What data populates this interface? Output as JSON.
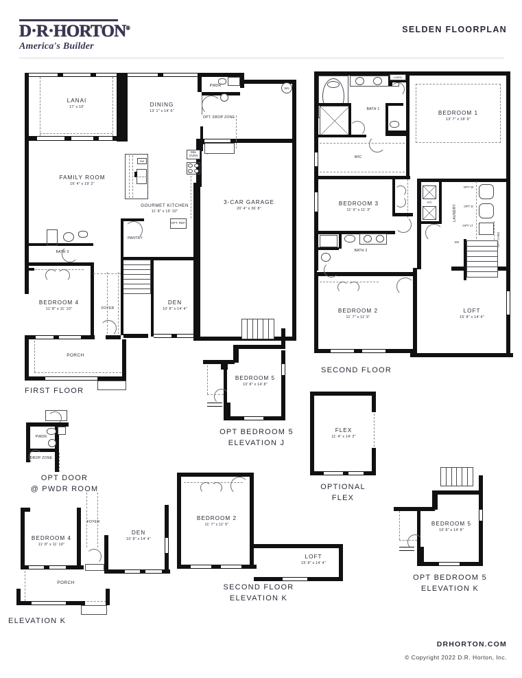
{
  "header": {
    "logo_wordmark": "D·R·HORTON",
    "logo_trademark": "®",
    "logo_tagline": "America's Builder",
    "title": "SELDEN FLOORPLAN"
  },
  "footer": {
    "website": "DRHORTON.COM",
    "copyright": "© Copyright 2022 D.R. Horton, Inc."
  },
  "plans": {
    "first_floor": {
      "title": "FIRST FLOOR",
      "rooms": [
        {
          "name": "LANAI",
          "dim": "17' x 10'"
        },
        {
          "name": "DINING",
          "dim": "13' 1\" x 14' 6\""
        },
        {
          "name": "FAMILY ROOM",
          "dim": "16' 4\" x 19' 2\""
        },
        {
          "name": "GOURMET KITCHEN",
          "dim": "11' 8\" x 15' 10\""
        },
        {
          "name": "3-CAR GARAGE",
          "dim": "20' 4\" x 36' 8\""
        },
        {
          "name": "BEDROOM 4",
          "dim": "11' 8\" x 11' 10\""
        },
        {
          "name": "DEN",
          "dim": "10' 8\" x 14' 4\""
        },
        {
          "name": "BATH 3",
          "dim": ""
        },
        {
          "name": "FOYER",
          "dim": ""
        },
        {
          "name": "PORCH",
          "dim": ""
        },
        {
          "name": "PWDR",
          "dim": ""
        },
        {
          "name": "PANTRY",
          "dim": ""
        }
      ],
      "annotations": [
        "OPT. DROP ZONE",
        "DW",
        "DBL OVEN",
        "OPT. REF.",
        "WH"
      ]
    },
    "second_floor": {
      "title": "SECOND FLOOR",
      "rooms": [
        {
          "name": "BATH 1",
          "dim": ""
        },
        {
          "name": "WIC",
          "dim": ""
        },
        {
          "name": "BEDROOM 1",
          "dim": "13' 7\" x 18' 9\""
        },
        {
          "name": "BEDROOM 3",
          "dim": "11' 9\" x 11' 3\""
        },
        {
          "name": "BEDROOM 2",
          "dim": "11' 7\" x 11' 5\""
        },
        {
          "name": "BATH 2",
          "dim": ""
        },
        {
          "name": "LOFT",
          "dim": "15' 8\" x 14' 4\""
        },
        {
          "name": "LAUNDRY",
          "dim": ""
        }
      ],
      "annotations": [
        "LINEN",
        "A/C",
        "OPT W",
        "OPT D",
        "OPT LT",
        "OPT CABS",
        "DN"
      ]
    },
    "opt_bedroom5_j": {
      "title": "OPT BEDROOM 5\nELEVATION J",
      "title_line1": "OPT BEDROOM 5",
      "title_line2": "ELEVATION J",
      "rooms": [
        {
          "name": "BEDROOM 5",
          "dim": "10' 8\" x 14' 8\""
        }
      ]
    },
    "opt_door_pwdr": {
      "title_line1": "OPT DOOR",
      "title_line2": "@ PWDR ROOM",
      "rooms": [
        {
          "name": "PWDR",
          "dim": ""
        },
        {
          "name": "DROP ZONE",
          "dim": ""
        }
      ]
    },
    "optional_flex": {
      "title_line1": "OPTIONAL",
      "title_line2": "FLEX",
      "rooms": [
        {
          "name": "FLEX",
          "dim": "11' 4\" x 14' 2\""
        }
      ]
    },
    "elevation_k": {
      "title": "ELEVATION K",
      "rooms": [
        {
          "name": "BEDROOM 4",
          "dim": "11' 8\" x 11' 10\""
        },
        {
          "name": "FOYER",
          "dim": ""
        },
        {
          "name": "DEN",
          "dim": "10' 8\" x 14' 4\""
        },
        {
          "name": "PORCH",
          "dim": ""
        }
      ]
    },
    "second_floor_k": {
      "title_line1": "SECOND FLOOR",
      "title_line2": "ELEVATION K",
      "rooms": [
        {
          "name": "BEDROOM 2",
          "dim": "11' 7\" x 11' 5\""
        },
        {
          "name": "LOFT",
          "dim": "15' 8\" x 14' 4\""
        }
      ]
    },
    "opt_bedroom5_k": {
      "title_line1": "OPT BEDROOM 5",
      "title_line2": "ELEVATION K",
      "rooms": [
        {
          "name": "BEDROOM 5",
          "dim": "10' 8\" x 14' 8\""
        }
      ]
    }
  },
  "colors": {
    "brand": "#3b3550",
    "wall": "#111111",
    "text": "#2b2736",
    "rule": "#d9d6dd"
  }
}
